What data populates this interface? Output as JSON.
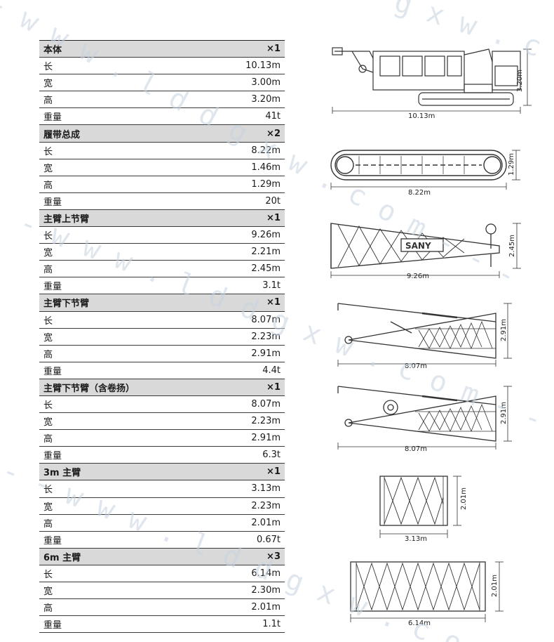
{
  "sections": [
    {
      "name": "本体",
      "qty": "×1",
      "rows": [
        {
          "label": "长",
          "value": "10.13m"
        },
        {
          "label": "宽",
          "value": "3.00m"
        },
        {
          "label": "高",
          "value": "3.20m"
        },
        {
          "label": "重量",
          "value": "41t"
        }
      ]
    },
    {
      "name": "履带总成",
      "qty": "×2",
      "rows": [
        {
          "label": "长",
          "value": "8.22m"
        },
        {
          "label": "宽",
          "value": "1.46m"
        },
        {
          "label": "高",
          "value": "1.29m"
        },
        {
          "label": "重量",
          "value": "20t"
        }
      ]
    },
    {
      "name": "主臂上节臂",
      "qty": "×1",
      "rows": [
        {
          "label": "长",
          "value": "9.26m"
        },
        {
          "label": "宽",
          "value": "2.21m"
        },
        {
          "label": "高",
          "value": "2.45m"
        },
        {
          "label": "重量",
          "value": "3.1t"
        }
      ]
    },
    {
      "name": "主臂下节臂",
      "qty": "×1",
      "rows": [
        {
          "label": "长",
          "value": "8.07m"
        },
        {
          "label": "宽",
          "value": "2.23m"
        },
        {
          "label": "高",
          "value": "2.91m"
        },
        {
          "label": "重量",
          "value": "4.4t"
        }
      ]
    },
    {
      "name": "主臂下节臂（含卷扬）",
      "qty": "×1",
      "rows": [
        {
          "label": "长",
          "value": "8.07m"
        },
        {
          "label": "宽",
          "value": "2.23m"
        },
        {
          "label": "高",
          "value": "2.91m"
        },
        {
          "label": "重量",
          "value": "6.3t"
        }
      ]
    },
    {
      "name": "3m 主臂",
      "qty": "×1",
      "rows": [
        {
          "label": "长",
          "value": "3.13m"
        },
        {
          "label": "宽",
          "value": "2.23m"
        },
        {
          "label": "高",
          "value": "2.01m"
        },
        {
          "label": "重量",
          "value": "0.67t"
        }
      ]
    },
    {
      "name": "6m 主臂",
      "qty": "×3",
      "rows": [
        {
          "label": "长",
          "value": "6.14m"
        },
        {
          "label": "宽",
          "value": "2.30m"
        },
        {
          "label": "高",
          "value": "2.01m"
        },
        {
          "label": "重量",
          "value": "1.1t"
        }
      ]
    }
  ],
  "drawings": [
    {
      "length": "10.13m",
      "height": "3.20m"
    },
    {
      "length": "8.22m",
      "height": "1.29m"
    },
    {
      "length": "9.26m",
      "height": "2.45m",
      "brand": "SANY"
    },
    {
      "length": "8.07m",
      "height": "2.91m"
    },
    {
      "length": "8.07m",
      "height": "2.91m"
    },
    {
      "length": "3.13m",
      "height": "2.01m"
    },
    {
      "length": "6.14m",
      "height": "2.01m"
    }
  ],
  "watermark": [
    "g x w . c o",
    "- - w w w . l d d g x w . c o m - - -",
    "- - w w w . l d d g x w . c o m - - -",
    "- - w w w . l d d g x w . c o m"
  ],
  "colors": {
    "header_bg": "#d9d9d9",
    "line": "#3a3a3a",
    "drawing": "#333333",
    "watermark": "#c7d3e0"
  }
}
